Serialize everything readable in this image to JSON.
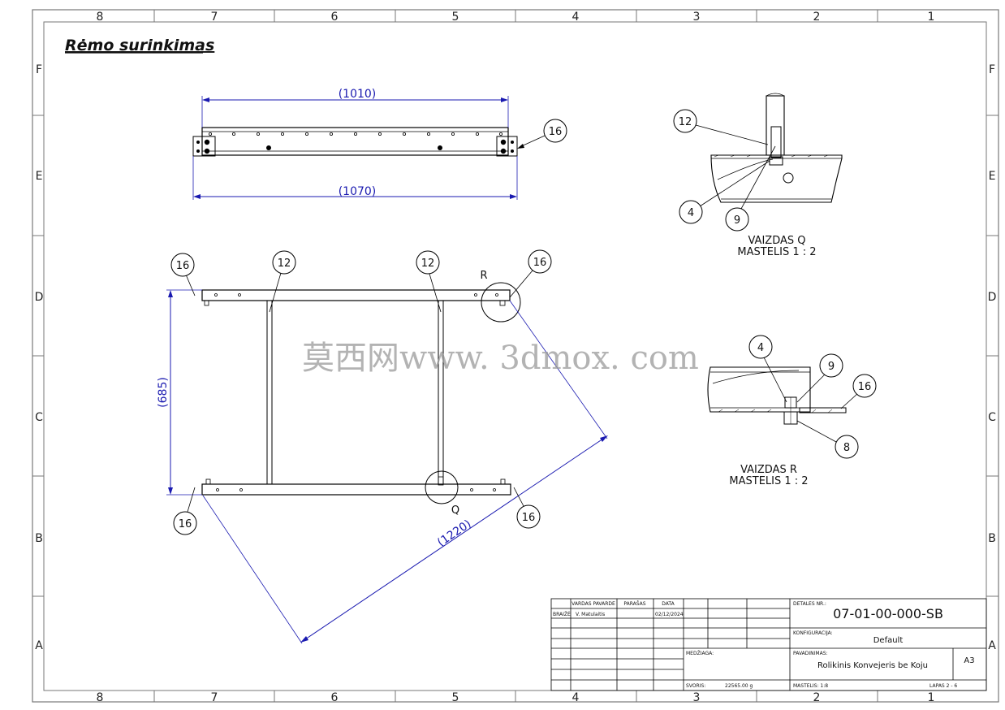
{
  "drawing": {
    "title": "Rėmo surinkimas",
    "column_zones": [
      "8",
      "7",
      "6",
      "5",
      "4",
      "3",
      "2",
      "1"
    ],
    "row_zones": [
      "F",
      "E",
      "D",
      "C",
      "B",
      "A"
    ],
    "watermark": "莫西网www. 3dmox. com"
  },
  "dimensions": {
    "top_view_inner": "(1010)",
    "top_view_outer": "(1070)",
    "height": "(685)",
    "diagonal": "(1220)"
  },
  "balloons": {
    "top_16": "16",
    "front_16_tl": "16",
    "front_12_a": "12",
    "front_12_b": "12",
    "front_16_tr": "16",
    "front_16_bl": "16",
    "front_16_br": "16",
    "q_12": "12",
    "q_4": "4",
    "q_9": "9",
    "r_4": "4",
    "r_9": "9",
    "r_16": "16",
    "r_8": "8"
  },
  "detail_markers": {
    "r": "R",
    "q": "Q"
  },
  "views": {
    "q_title": "VAIZDAS Q",
    "q_scale": "MASTELIS 1 : 2",
    "r_title": "VAIZDAS R",
    "r_scale": "MASTELIS 1 : 2"
  },
  "title_block": {
    "col_name_header": "VARDAS PAVARDE",
    "col_sign_header": "PARAŠAS",
    "col_date_header": "DATA",
    "row_drawn_label": "BRAIŽĖ",
    "drawn_by": "V. Matulaitis",
    "drawn_date": "02/12/2024",
    "material_label": "MEDŽIAGA:",
    "weight_label": "SVORIS:",
    "weight_value": "22565.00 g",
    "part_no_label": "DETALES NR.:",
    "part_no": "07-01-00-000-SB",
    "config_label": "KONFIGURACIJA:",
    "config": "Default",
    "name_label": "PAVADINIMAS:",
    "name": "Rolikinis Konvejeris be Koju",
    "size": "A3",
    "scale_label": "MASTELIS: 1:8",
    "sheet_label": "LAPAS 2 - 6"
  },
  "colors": {
    "line": "#000000",
    "dimension": "#1a1ab0",
    "frame": "#777777"
  }
}
